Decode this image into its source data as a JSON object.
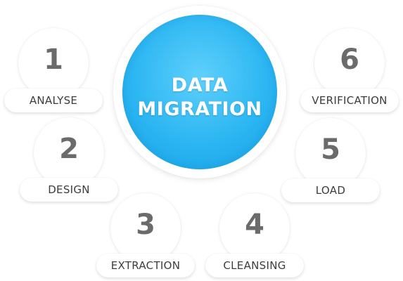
{
  "center": {
    "line1": "DATA",
    "line2": "MIGRATION",
    "color": "#2cb6f2"
  },
  "steps": [
    {
      "number": "1",
      "label": "ANALYSE"
    },
    {
      "number": "2",
      "label": "DESIGN"
    },
    {
      "number": "3",
      "label": "EXTRACTION"
    },
    {
      "number": "4",
      "label": "CLEANSING"
    },
    {
      "number": "5",
      "label": "LOAD"
    },
    {
      "number": "6",
      "label": "VERIFICATION"
    }
  ],
  "colors": {
    "number": "#6b6b6b",
    "label": "#3d3d3d",
    "background": "#ffffff"
  }
}
